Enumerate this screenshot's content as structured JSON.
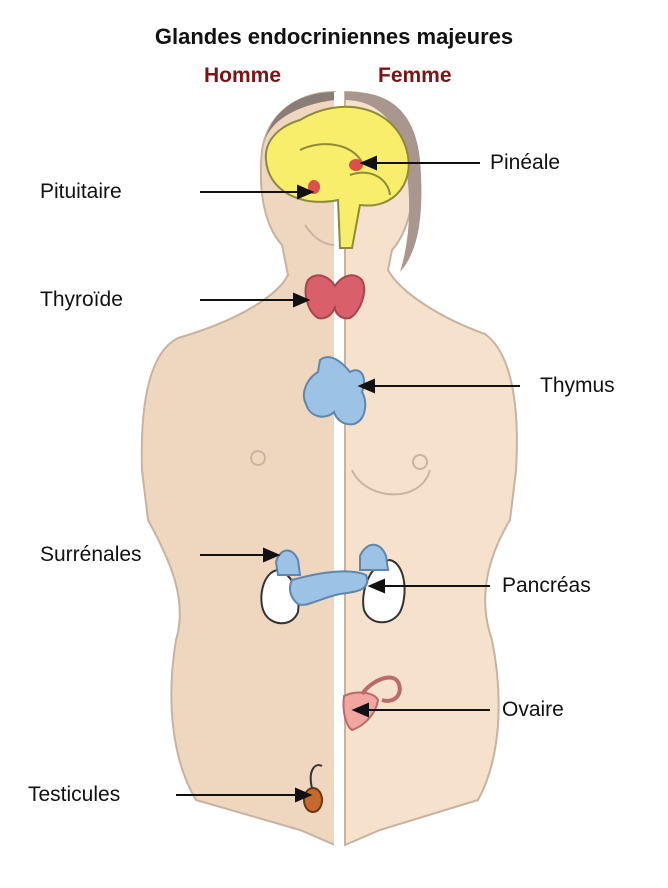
{
  "title": "Glandes endocriniennes majeures",
  "header": {
    "male": "Homme",
    "female": "Femme"
  },
  "labels": {
    "pituitary": "Pituitaire",
    "thyroid": "Thyroïde",
    "adrenals": "Surrénales",
    "testicles": "Testicules",
    "pineal": "Pinéale",
    "thymus": "Thymus",
    "pancreas": "Pancréas",
    "ovary": "Ovaire"
  },
  "colors": {
    "title_red": "#7b1414",
    "skin_male": "#efd9c2",
    "skin_female": "#f6e2cd",
    "brain": "#f8ee6b",
    "thyroid": "#d9606a",
    "gland_blue": "#9cc3e6"
  }
}
